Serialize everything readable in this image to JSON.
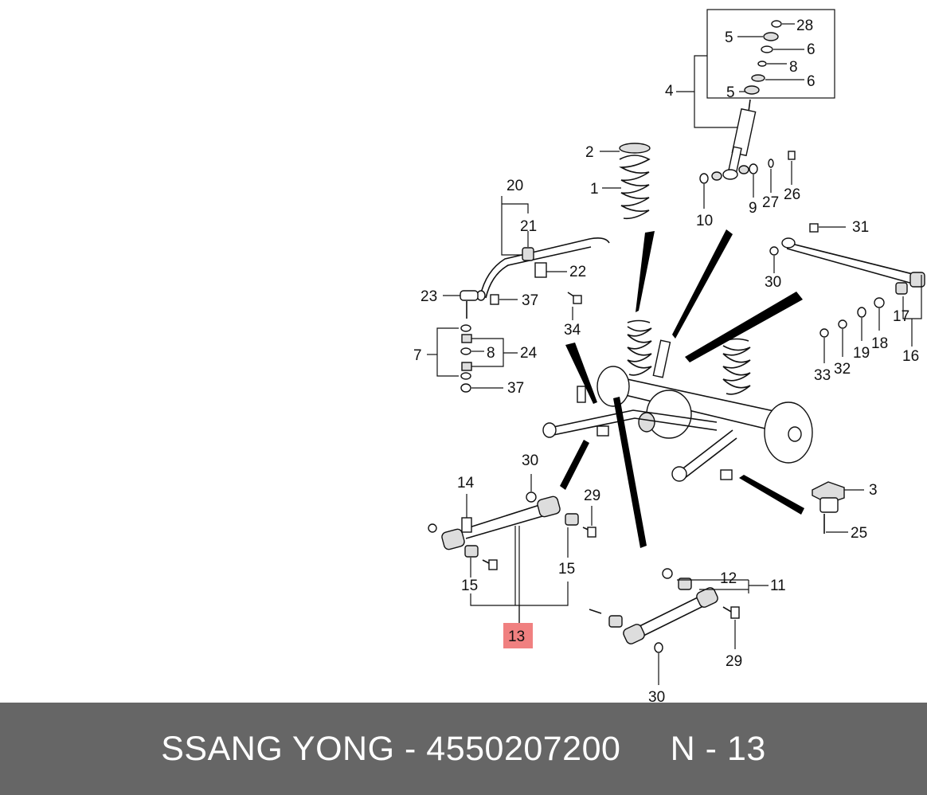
{
  "diagram": {
    "highlight_color": "#f08080",
    "highlighted_label": "13",
    "callouts": [
      "1",
      "2",
      "3",
      "4",
      "5",
      "5",
      "6",
      "6",
      "7",
      "8",
      "8",
      "9",
      "10",
      "11",
      "12",
      "13",
      "14",
      "15",
      "15",
      "16",
      "17",
      "18",
      "19",
      "20",
      "21",
      "22",
      "23",
      "24",
      "25",
      "26",
      "27",
      "28",
      "29",
      "29",
      "30",
      "30",
      "30",
      "31",
      "32",
      "33",
      "34",
      "37",
      "37"
    ]
  },
  "footer": {
    "brand": "SSANG YONG",
    "separator": " - ",
    "part_number": "4550207200",
    "ref": "N - 13",
    "background": "#666666"
  }
}
